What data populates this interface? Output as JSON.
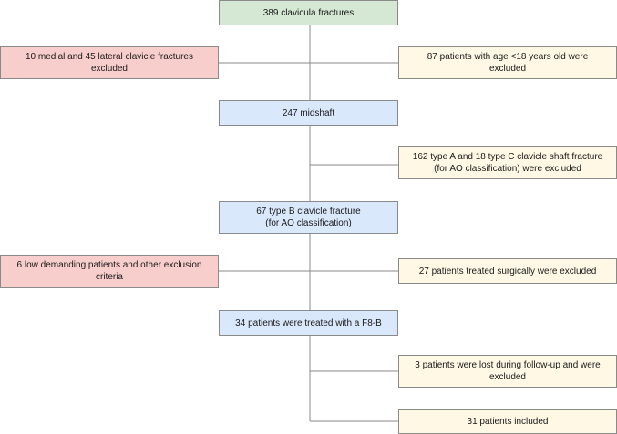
{
  "flowchart": {
    "total": "389 clavicula fractures",
    "excluded_medial_lateral": {
      "line1": "10 medial and 45 lateral clavicle fractures",
      "line2": "excluded"
    },
    "excluded_age": {
      "line1": "87 patients with age <18 years old were",
      "line2": "excluded"
    },
    "midshaft": "247 midshaft",
    "excluded_type_ac": {
      "line1": "162 type A and 18 type C clavicle shaft fracture",
      "line2": "(for AO classification) were excluded"
    },
    "type_b": {
      "line1": "67 type B clavicle fracture",
      "line2": "(for AO classification)"
    },
    "excluded_low_demand": {
      "line1": "6 low demanding patients and other exclusion",
      "line2": "criteria"
    },
    "excluded_surgical": "27 patients treated surgically were excluded",
    "treated": "34 patients were treated with a F8-B",
    "lost_followup": {
      "line1": "3 patients were lost during follow-up and were",
      "line2": "excluded"
    },
    "included": "31 patients included"
  },
  "colors": {
    "start": "#d5e8d4",
    "main": "#dae8fc",
    "exclusion_left": "#f8cecc",
    "exclusion_right": "#fff8e5",
    "connector": "#8a8a8a"
  }
}
